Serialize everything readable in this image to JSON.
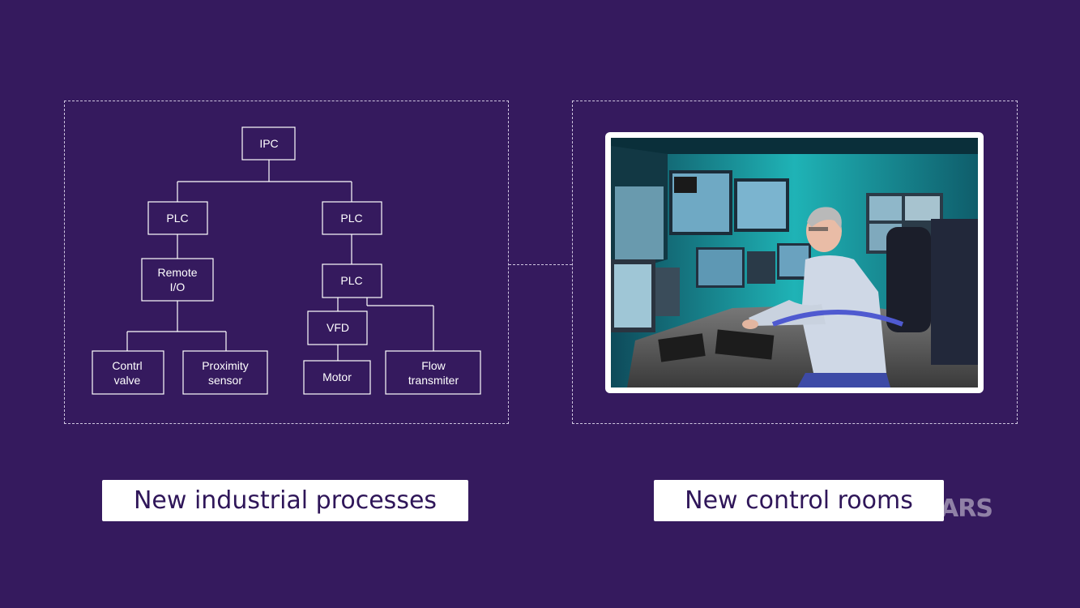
{
  "diagram": {
    "nodes": {
      "ipc": "IPC",
      "plc_left": "PLC",
      "plc_right": "PLC",
      "remote_io_line1": "Remote",
      "remote_io_line2": "I/O",
      "plc_lower": "PLC",
      "vfd": "VFD",
      "control_valve_line1": "Contrl",
      "control_valve_line2": "valve",
      "proximity_line1": "Proximity",
      "proximity_line2": "sensor",
      "motor": "Motor",
      "flow_line1": "Flow",
      "flow_line2": "transmiter"
    }
  },
  "photo": {
    "subject": "control-room-operator"
  },
  "captions": {
    "left": "New industrial processes",
    "right": "New control rooms"
  },
  "watermark": {
    "text": "ARS"
  },
  "colors": {
    "background": "#351a5e",
    "caption_text": "#2f1659"
  }
}
